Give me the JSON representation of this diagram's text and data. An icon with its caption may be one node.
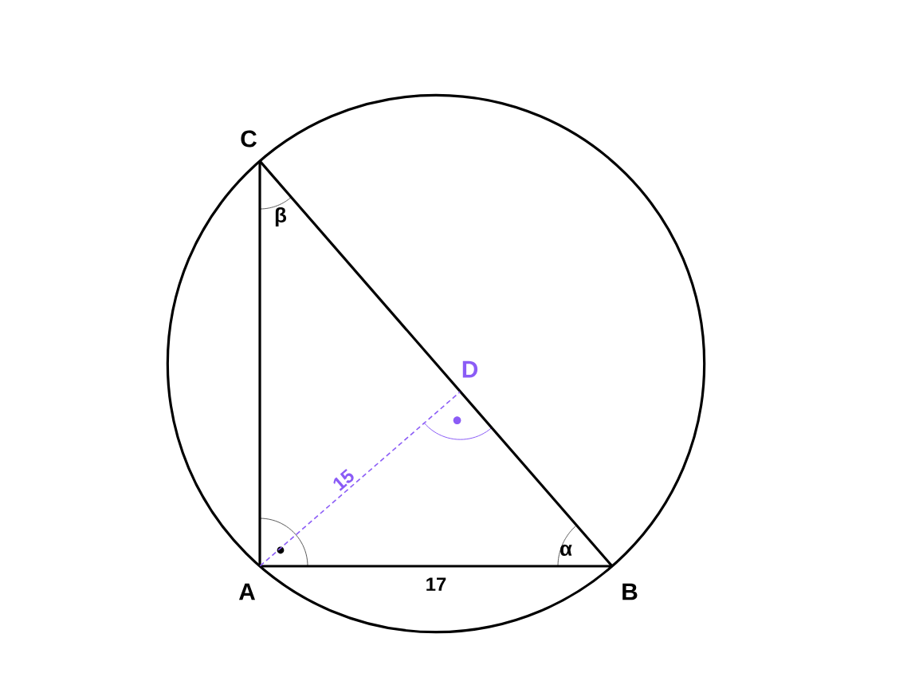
{
  "diagram": {
    "nodes": [
      {
        "text": [
          "C"
        ]
      },
      {
        "text": [
          "D"
        ]
      },
      {
        "text": [
          "A"
        ]
      },
      {
        "text": [
          "B"
        ]
      }
    ],
    "edges": [
      {
        "from": 2,
        "to": 3,
        "arrow": "none",
        "label": "17"
      },
      {
        "from": 2,
        "to": 0,
        "arrow": "none"
      },
      {
        "from": 0,
        "to": 3,
        "arrow": "none"
      },
      {
        "from": 2,
        "to": 1,
        "arrow": "none",
        "label": "15",
        "style": "dashed",
        "color": "#8b5cf6"
      }
    ],
    "labels": [
      "β",
      "α"
    ]
  }
}
